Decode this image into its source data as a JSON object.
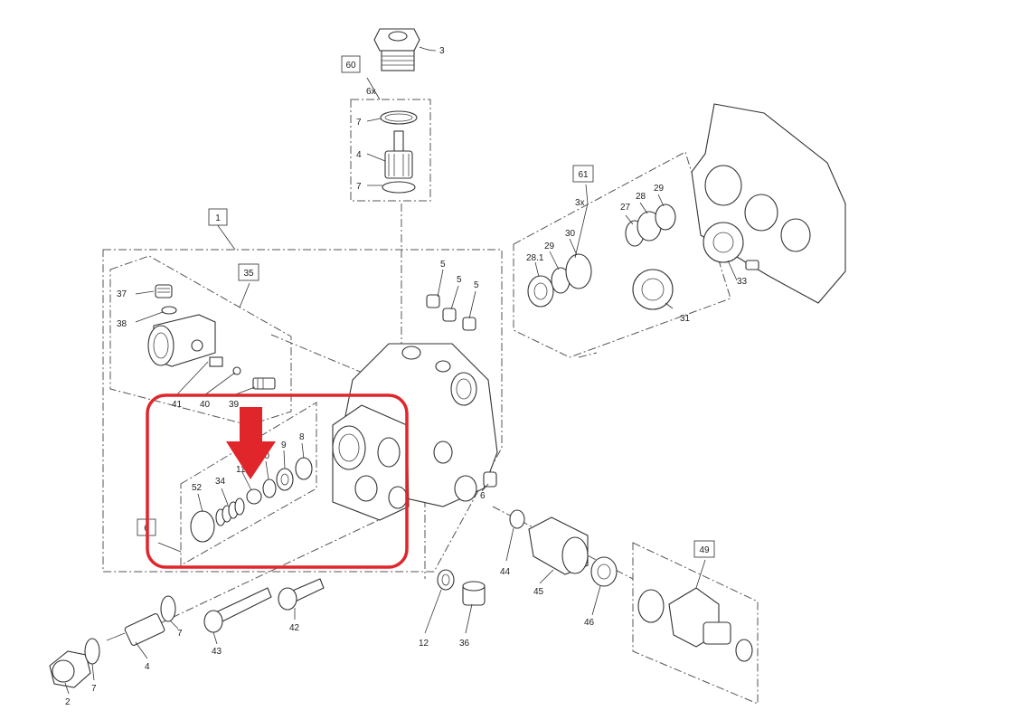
{
  "callouts": {
    "c1": "1",
    "c2": "2",
    "c3": "3",
    "c4a": "4",
    "c4b": "4",
    "c5a": "5",
    "c5b": "5",
    "c5c": "5",
    "c6a": "6",
    "c6b": "6",
    "c7a": "7",
    "c7b": "7",
    "c7c": "7",
    "c7d": "7",
    "c8": "8",
    "c9": "9",
    "c10": "10",
    "c11": "11",
    "c12": "12",
    "c27": "27",
    "c28": "28",
    "c28_1": "28.1",
    "c29a": "29",
    "c29b": "29",
    "c30": "30",
    "c31": "31",
    "c33": "33",
    "c34": "34",
    "c35": "35",
    "c36": "36",
    "c37": "37",
    "c38": "38",
    "c39": "39",
    "c40": "40",
    "c41": "41",
    "c42": "42",
    "c43": "43",
    "c44": "44",
    "c45": "45",
    "c46": "46",
    "c49": "49",
    "c52": "52",
    "c60": "60",
    "c61": "61"
  },
  "multipliers": {
    "m60": "6x",
    "m61": "3x"
  },
  "highlight": {
    "color": "#e0262b",
    "arrow_color": "#e0262b"
  }
}
